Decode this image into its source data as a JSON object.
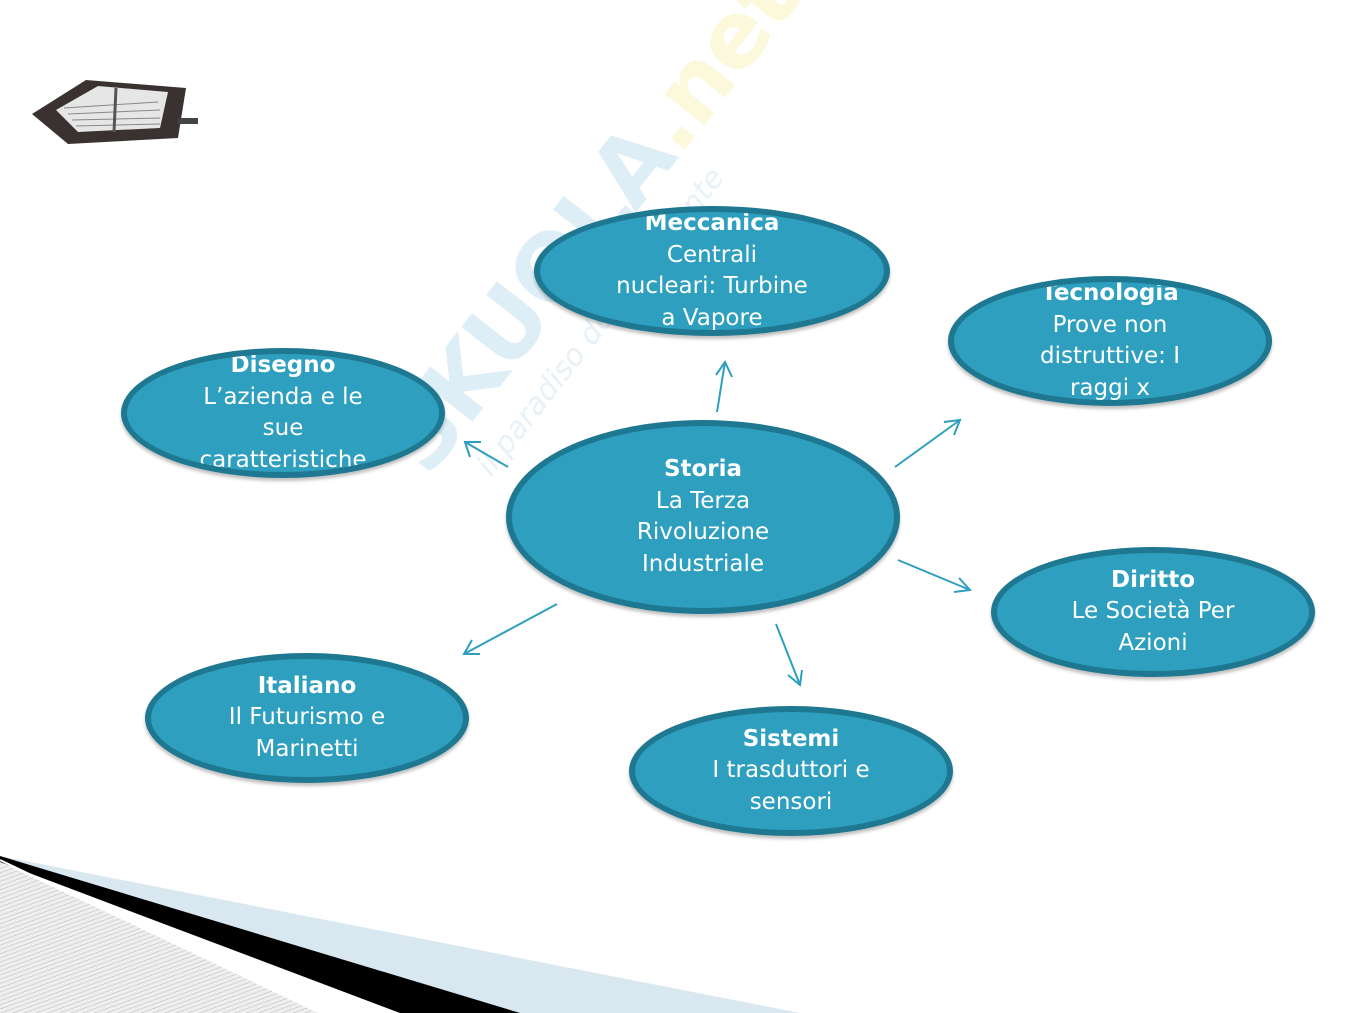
{
  "watermark": {
    "brand": "SKUOLA",
    "suffix": ".net",
    "tagline": "il paradiso dello studente"
  },
  "colors": {
    "node_fill": "#2e9fbe",
    "node_border": "#1e7891",
    "arrow": "#2e9fbe"
  },
  "center": {
    "title": "Storia",
    "body": "La Terza\nRivoluzione\nIndustriale"
  },
  "nodes": [
    {
      "title": "Meccanica",
      "body": "Centrali\nnucleari: Turbine\na Vapore"
    },
    {
      "title": "Tecnologia",
      "body": "Prove non\ndistruttive: I\nraggi x"
    },
    {
      "title": "Disegno",
      "body": "L’azienda e le\nsue\ncaratteristiche"
    },
    {
      "title": "Diritto",
      "body": "Le Società Per\nAzioni"
    },
    {
      "title": "Italiano",
      "body": "Il Futurismo e\nMarinetti"
    },
    {
      "title": "Sistemi",
      "body": "I trasduttori e\nsensori"
    }
  ]
}
